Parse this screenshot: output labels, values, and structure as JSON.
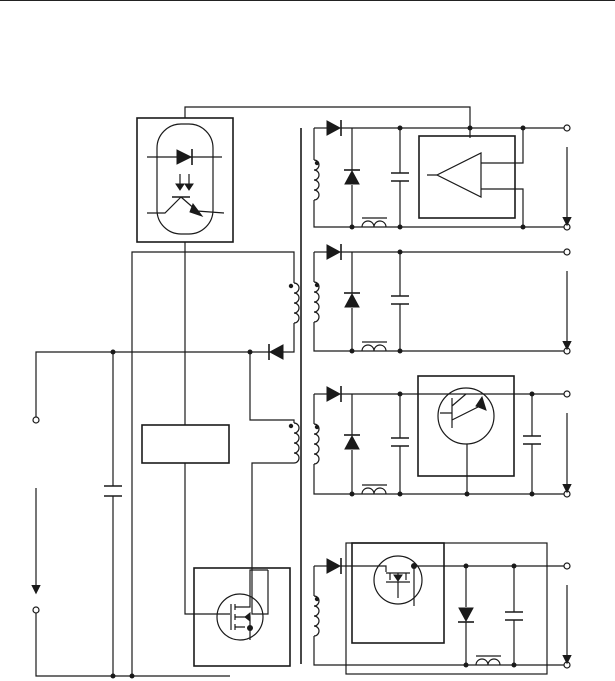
{
  "diagram": {
    "kind": "isolated multi-output switching power supply schematic",
    "has_text": false,
    "colors": {
      "ink": "#1a1a1a",
      "background": "#ffffff"
    },
    "blocks": [
      {
        "id": "optocoupler",
        "icon": "optocoupler-icon"
      },
      {
        "id": "pwm-controller",
        "icon": "rectangle-block"
      },
      {
        "id": "mosfet-switch",
        "icon": "n-mosfet-icon"
      },
      {
        "id": "error-amplifier",
        "icon": "op-amp-icon"
      },
      {
        "id": "linear-regulator",
        "icon": "bipolar-transistor-icon"
      },
      {
        "id": "output-mosfet",
        "icon": "p-mosfet-icon"
      }
    ],
    "outputs": 4
  }
}
